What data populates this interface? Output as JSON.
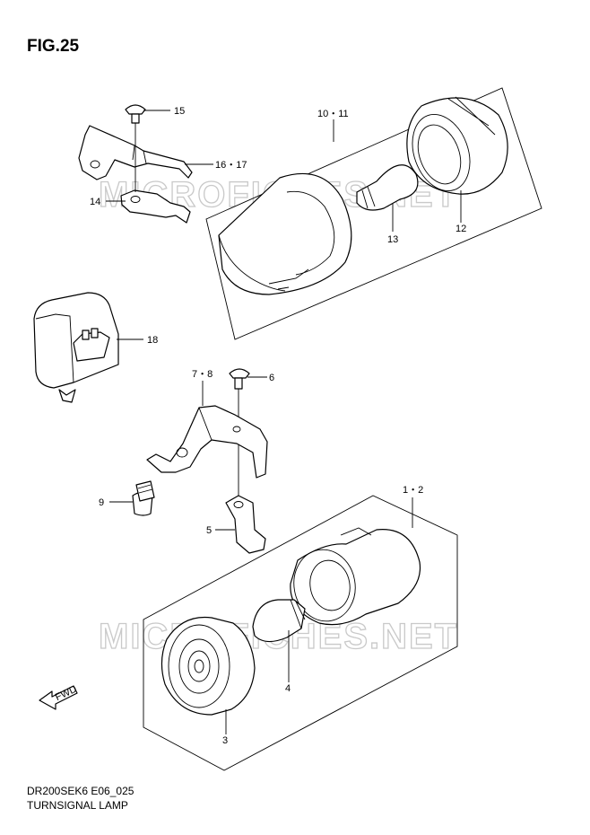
{
  "figure": {
    "title": "FIG.25",
    "watermark": "MICROFICHES.NET",
    "code": "DR200SEK6 E06_025",
    "caption": "TURNSIGNAL LAMP"
  },
  "labels": {
    "p15": "15",
    "p16_17": "16・17",
    "p14": "14",
    "p10_11": "10・11",
    "p13": "13",
    "p12": "12",
    "p18": "18",
    "p7_8": "7・8",
    "p6": "6",
    "p9": "9",
    "p5": "5",
    "p1_2": "1・2",
    "p4": "4",
    "p3": "3",
    "fwd": "FWD"
  }
}
